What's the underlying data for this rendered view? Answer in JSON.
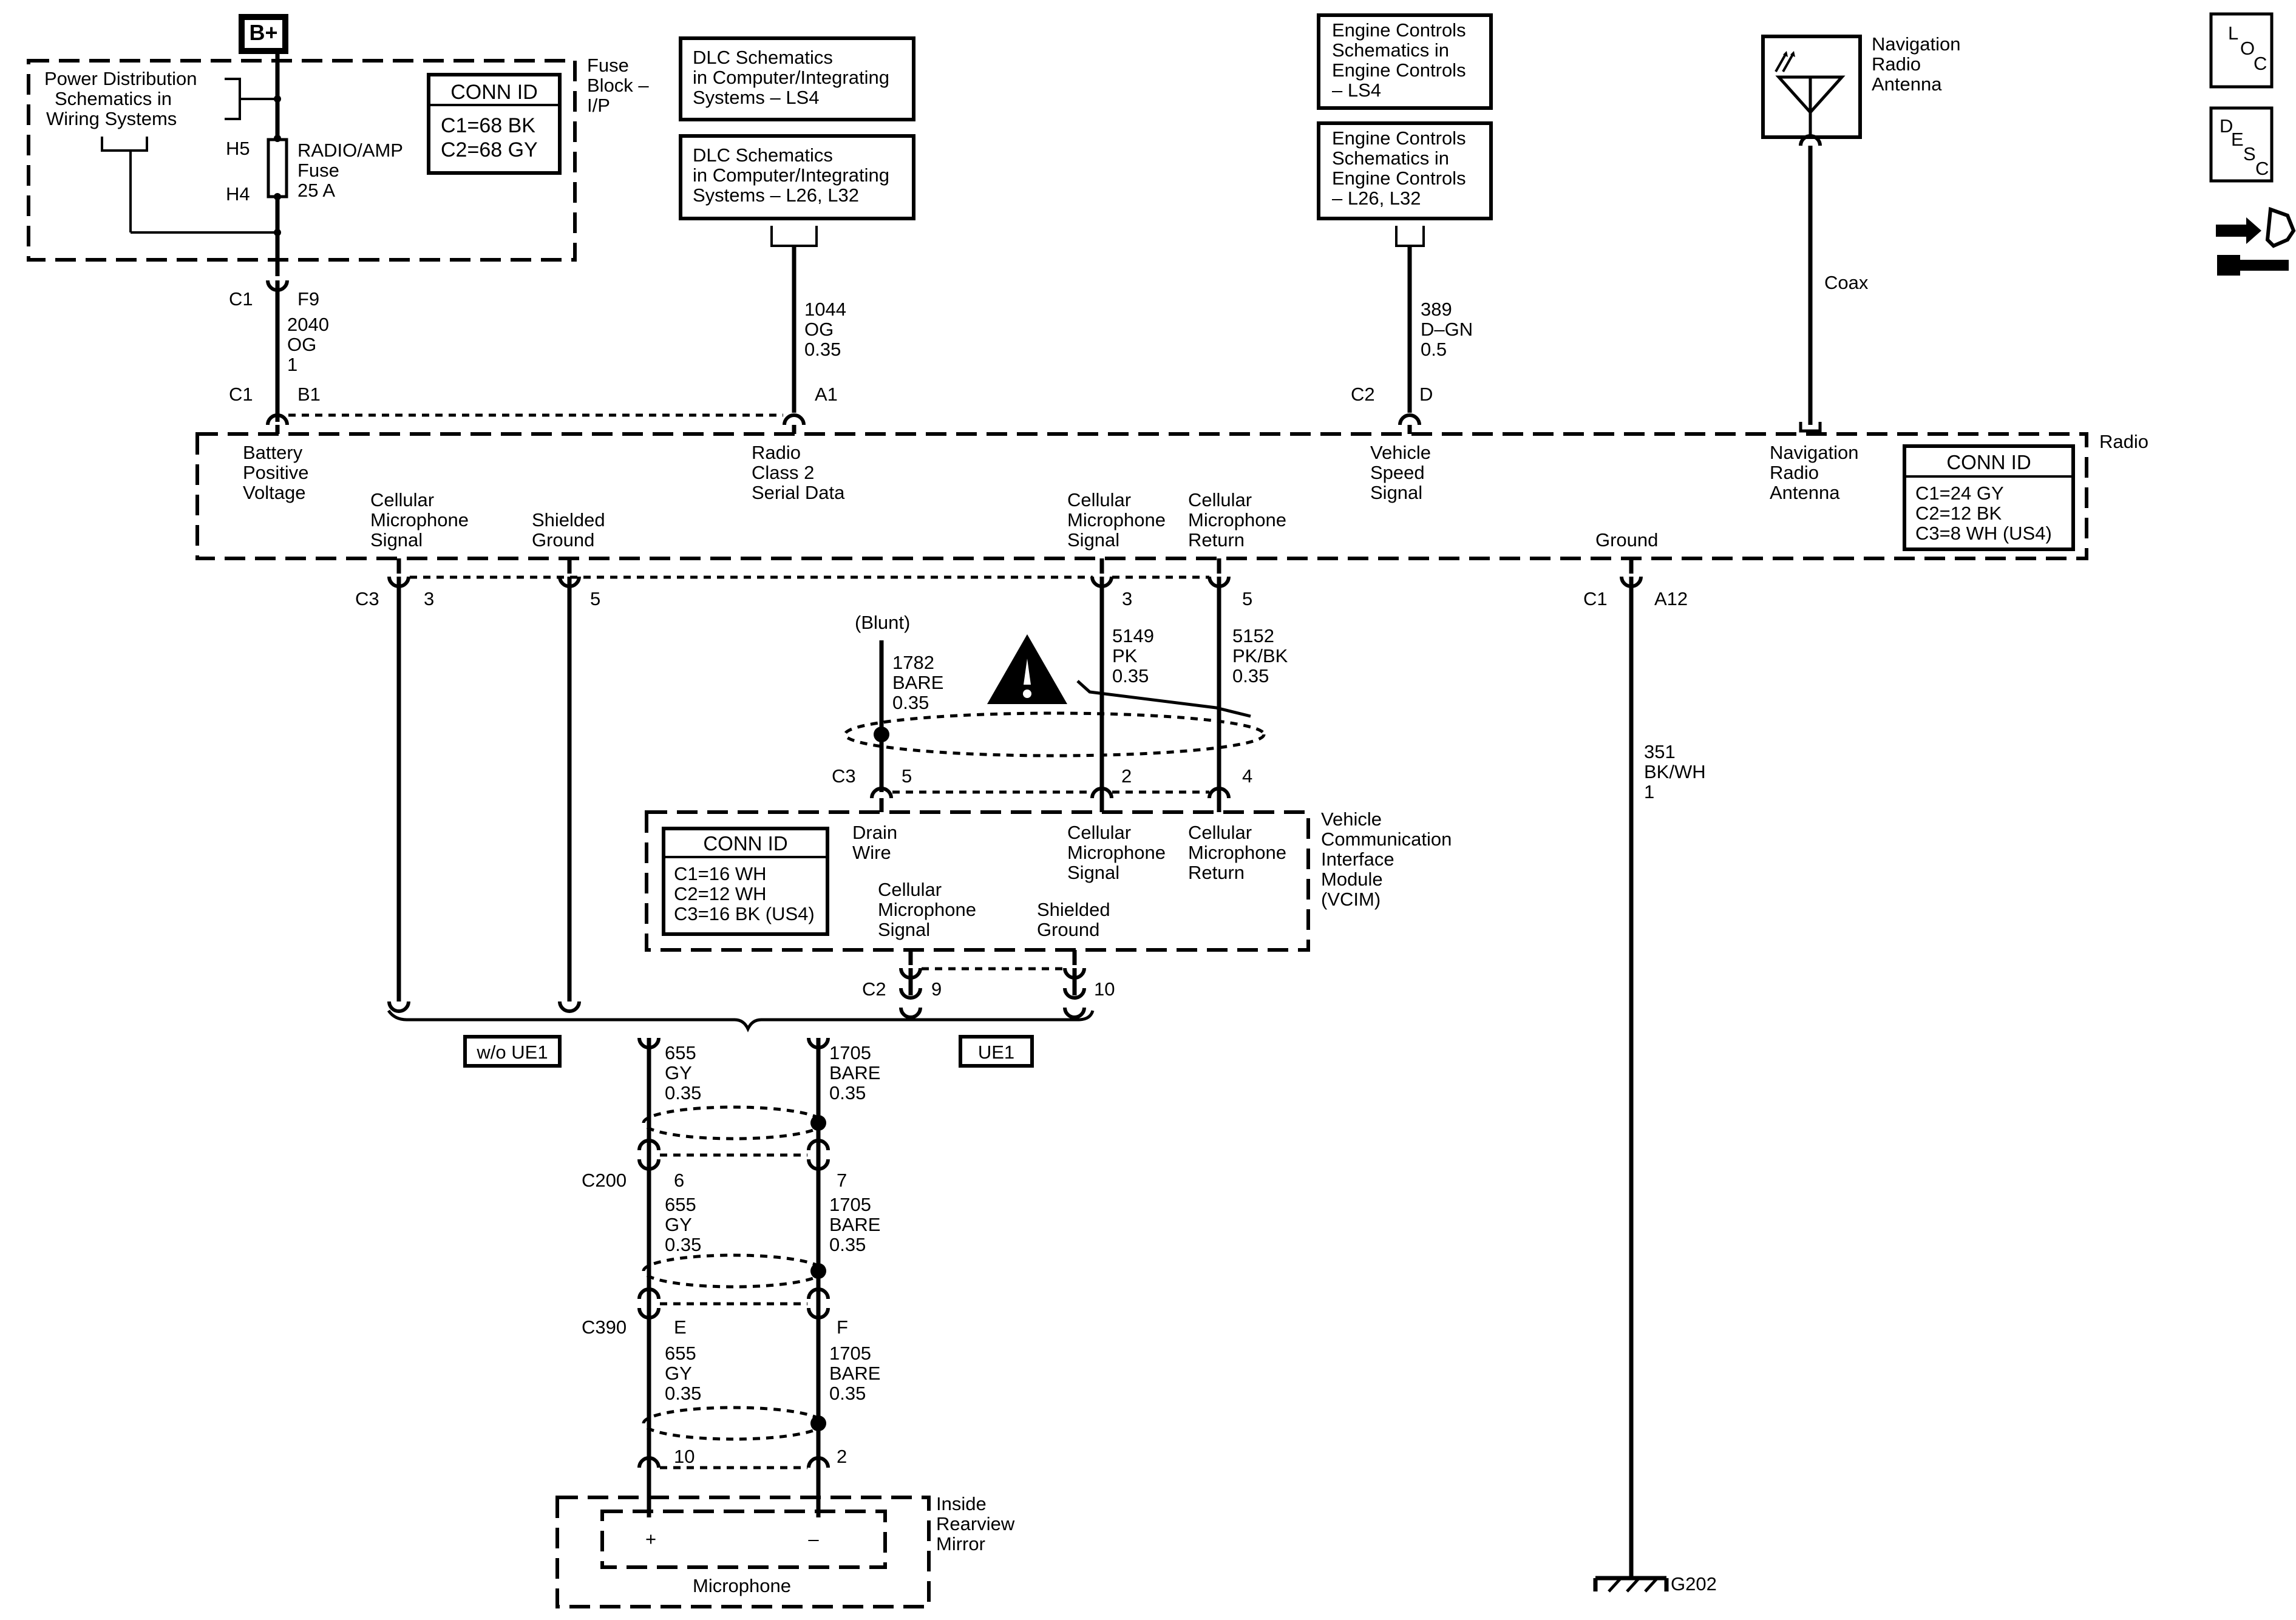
{
  "power": {
    "bplus": "B+",
    "pd_line1": "Power Distribution",
    "pd_line2": "Schematics in",
    "pd_line3": "Wiring Systems",
    "h5": "H5",
    "h4": "H4",
    "fuse_line1": "RADIO/AMP",
    "fuse_line2": "Fuse",
    "fuse_line3": "25 A",
    "fb_line1": "Fuse",
    "fb_line2": "Block –",
    "fb_line3": "I/P",
    "conn_title": "CONN ID",
    "conn_1": "C1=68 BK",
    "conn_2": "C2=68 GY"
  },
  "refs": {
    "dlc1_l1": "DLC Schematics",
    "dlc1_l2": "in Computer/Integrating",
    "dlc1_l3": "Systems – LS4",
    "dlc2_l1": "DLC Schematics",
    "dlc2_l2": "in Computer/Integrating",
    "dlc2_l3": "Systems – L26, L32",
    "ec1_l1": "Engine Controls",
    "ec1_l2": "Schematics in",
    "ec1_l3": "Engine Controls",
    "ec1_l4": "– LS4",
    "ec2_l1": "Engine Controls",
    "ec2_l2": "Schematics in",
    "ec2_l3": "Engine Controls",
    "ec2_l4": "– L26, L32"
  },
  "antenna": {
    "l1": "Navigation",
    "l2": "Radio",
    "l3": "Antenna",
    "coax": "Coax"
  },
  "side_icons": {
    "loc_l": "L",
    "loc_o": "O",
    "loc_c": "C",
    "desc_d": "D",
    "desc_e": "E",
    "desc_s": "S",
    "desc_c": "C"
  },
  "wires_top": {
    "c1": "C1",
    "f9": "F9",
    "w2040": "2040",
    "w2040_c": "OG",
    "w2040_g": "1",
    "b1_c": "C1",
    "b1": "B1",
    "w1044": "1044",
    "w1044_c": "OG",
    "w1044_g": "0.35",
    "a1": "A1",
    "w389": "389",
    "w389_c": "D–GN",
    "w389_g": "0.5",
    "c2": "C2",
    "d": "D"
  },
  "radio": {
    "label": "Radio",
    "batt_l1": "Battery",
    "batt_l2": "Positive",
    "batt_l3": "Voltage",
    "rc_l1": "Radio",
    "rc_l2": "Class 2",
    "rc_l3": "Serial Data",
    "vs_l1": "Vehicle",
    "vs_l2": "Speed",
    "vs_l3": "Signal",
    "nav_l1": "Navigation",
    "nav_l2": "Radio",
    "nav_l3": "Antenna",
    "cms_l1": "Cellular",
    "cms_l2": "Microphone",
    "cms_l3": "Signal",
    "sg_l1": "Shielded",
    "sg_l2": "Ground",
    "cms2_l1": "Cellular",
    "cms2_l2": "Microphone",
    "cms2_l3": "Signal",
    "cmr_l1": "Cellular",
    "cmr_l2": "Microphone",
    "cmr_l3": "Return",
    "ground": "Ground",
    "conn_title": "CONN ID",
    "conn_1": "C1=24 GY",
    "conn_2": "C2=12 BK",
    "conn_3": "C3=8 WH (US4)"
  },
  "radio_pins": {
    "c3": "C3",
    "p3": "3",
    "p5": "5",
    "p3b": "3",
    "p5b": "5",
    "c1": "C1",
    "a12": "A12"
  },
  "mid_wires": {
    "blunt": "(Blunt)",
    "w1782": "1782",
    "w1782_c": "BARE",
    "w1782_g": "0.35",
    "w5149": "5149",
    "w5149_c": "PK",
    "w5149_g": "0.35",
    "w5152": "5152",
    "w5152_c": "PK/BK",
    "w5152_g": "0.35",
    "w351": "351",
    "w351_c": "BK/WH",
    "w351_g": "1",
    "c3": "C3",
    "p5": "5",
    "p2": "2",
    "p4": "4"
  },
  "vcim": {
    "l1": "Vehicle",
    "l2": "Communication",
    "l3": "Interface",
    "l4": "Module",
    "l5": "(VCIM)",
    "dw_l1": "Drain",
    "dw_l2": "Wire",
    "cms_l1": "Cellular",
    "cms_l2": "Microphone",
    "cms_l3": "Signal",
    "cmr_l1": "Cellular",
    "cmr_l2": "Microphone",
    "cmr_l3": "Return",
    "cms2_l1": "Cellular",
    "cms2_l2": "Microphone",
    "cms2_l3": "Signal",
    "sg_l1": "Shielded",
    "sg_l2": "Ground",
    "conn_title": "CONN ID",
    "conn_1": "C1=16 WH",
    "conn_2": "C2=12 WH",
    "conn_3": "C3=16 BK (US4)",
    "c2": "C2",
    "p9": "9",
    "p10": "10"
  },
  "options": {
    "wo": "w/o UE1",
    "ue1": "UE1"
  },
  "lower": {
    "w655a": "655",
    "w655a_c": "GY",
    "w655a_g": "0.35",
    "w1705a": "1705",
    "w1705a_c": "BARE",
    "w1705a_g": "0.35",
    "c200": "C200",
    "p6": "6",
    "p7": "7",
    "w655b": "655",
    "w655b_c": "GY",
    "w655b_g": "0.35",
    "w1705b": "1705",
    "w1705b_c": "BARE",
    "w1705b_g": "0.35",
    "c390": "C390",
    "pE": "E",
    "pF": "F",
    "w655c": "655",
    "w655c_c": "GY",
    "w655c_g": "0.35",
    "w1705c": "1705",
    "w1705c_c": "BARE",
    "w1705c_g": "0.35",
    "p10": "10",
    "p2": "2"
  },
  "mirror": {
    "l1": "Inside",
    "l2": "Rearview",
    "l3": "Mirror",
    "plus": "+",
    "minus": "–",
    "mic": "Microphone"
  },
  "ground": {
    "g202": "G202"
  }
}
